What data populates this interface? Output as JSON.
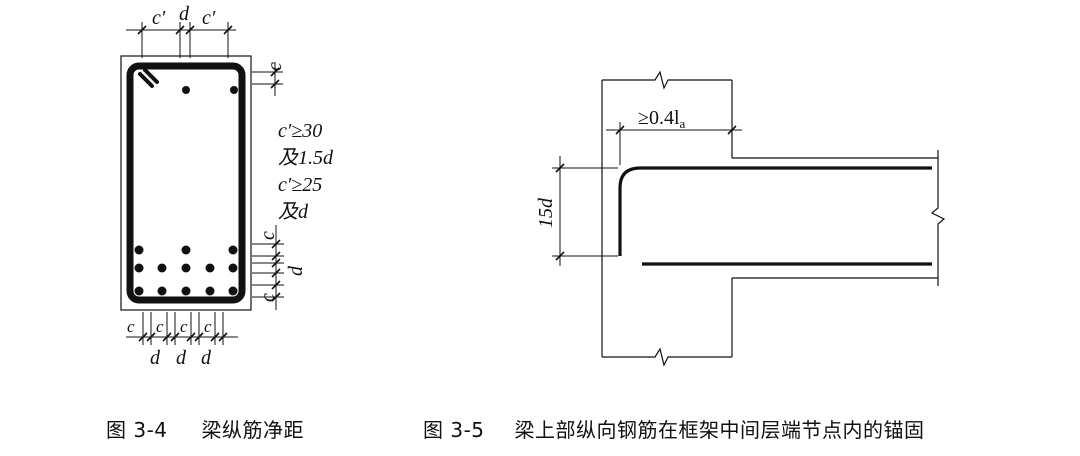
{
  "figure_3_4": {
    "caption_number": "图 3-4",
    "caption_title": "梁纵筋净距",
    "top_label_c1": "c′",
    "top_label_d": "d",
    "top_label_c2": "c′",
    "right_c_top": "c",
    "note_line1": "c′≥30",
    "note_line2": "及1.5d",
    "note_line3": "c′≥25",
    "note_line4": "及d",
    "right_c_mid": "c",
    "right_d": "d",
    "right_c_bottom": "c",
    "bottom_c1": "c",
    "bottom_c2": "c",
    "bottom_c3": "c",
    "bottom_c4": "c",
    "bottom_d1": "d",
    "bottom_d2": "d",
    "bottom_d3": "d"
  },
  "figure_3_5": {
    "caption_number": "图 3-5",
    "caption_title": "梁上部纵向钢筋在框架中间层端节点内的锚固",
    "anchor_label": "≥0.4l",
    "anchor_label_sub": "a",
    "hook_label": "15d"
  }
}
